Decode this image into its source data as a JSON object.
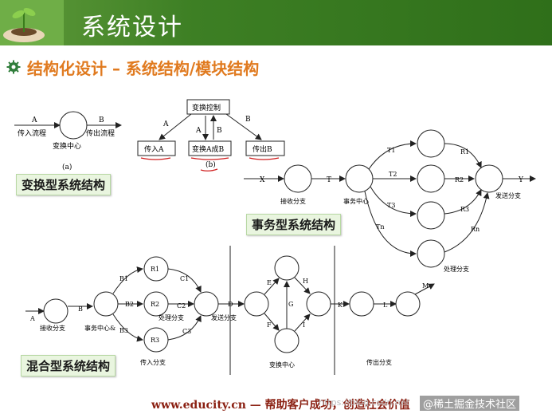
{
  "header": {
    "title": "系统设计"
  },
  "subtitle": "结构化设计 – 系统结构/模块结构",
  "labels": {
    "transform": "变换型系统结构",
    "transaction": "事务型系统结构",
    "hybrid": "混合型系统结构"
  },
  "transform_a": {
    "in_arrow": "A",
    "out_arrow": "B",
    "in_flow": "传入流程",
    "out_flow": "传出流程",
    "center": "变换中心",
    "caption": "(a)"
  },
  "transform_b": {
    "control": "变换控制",
    "input": "传入A",
    "transform": "变换A成B",
    "output": "传出B",
    "edge_a1": "A",
    "edge_a2": "A",
    "edge_b1": "B",
    "edge_b2": "B",
    "caption": "(b)"
  },
  "transaction": {
    "x": "X",
    "t": "T",
    "y": "Y",
    "receive": "接收分支",
    "center": "事务中心",
    "send": "发送分支",
    "process": "处理分支",
    "t1": "T1",
    "t2": "T2",
    "t3": "T3",
    "tn": "Tn",
    "r1": "R1",
    "r2": "R2",
    "r3": "R3",
    "rn": "Rn"
  },
  "hybrid": {
    "a": "A",
    "b": "B",
    "d": "D",
    "k": "K",
    "l": "L",
    "m": "M",
    "b1": "B1",
    "b2": "B2",
    "b3": "B3",
    "c1": "C1",
    "c2": "C2",
    "c3": "C3",
    "e": "E",
    "f": "F",
    "g": "G",
    "h": "H",
    "i": "I",
    "r1": "R1",
    "r2": "R2",
    "r3": "R3",
    "receive": "接收分支",
    "tx_center": "事务中心&",
    "process": "处理分支",
    "send": "发送分支",
    "incoming": "传入分支",
    "transform": "变换中心",
    "outgoing": "传出分支"
  },
  "footer": {
    "text": "www.educity.cn — 帮助客户成功，创造社会价值",
    "watermark": "@稀土掘金技术社区",
    "url": "https://blog.csdn.net"
  }
}
